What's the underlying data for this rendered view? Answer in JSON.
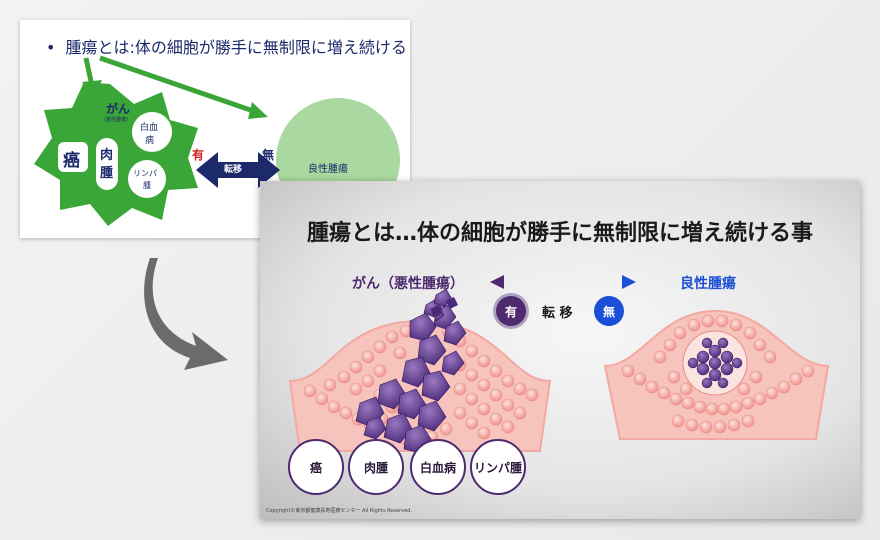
{
  "before_slide": {
    "bullet_symbol": "•",
    "bullet_text": "腫瘍とは:体の細胞が勝手に無制限に増え続ける",
    "cancer_label": "がん",
    "cancer_sub_label": "(悪性腫瘍)",
    "type_carcinoma": "癌",
    "type_sarcoma_line1": "肉",
    "type_sarcoma_line2": "腫",
    "type_leukemia_line1": "白血",
    "type_leukemia_line2": "病",
    "type_lymphoma_line1": "リンパ",
    "type_lymphoma_line2": "腫",
    "has_label": "有",
    "metastasis_label": "転移",
    "none_label": "無",
    "benign_label": "良性腫瘍",
    "colors": {
      "green": "#3aa637",
      "navy": "#1c2a6b",
      "light_green": "#a9d8a0",
      "red": "#d42020"
    }
  },
  "after_slide": {
    "title": "腫瘍とは…体の細胞が勝手に無制限に増え続ける事",
    "cancer_label": "がん（悪性腫瘍）",
    "benign_label": "良性腫瘍",
    "has_badge": "有",
    "metastasis_label": "転 移",
    "none_badge": "無",
    "types": [
      "癌",
      "肉腫",
      "白血病",
      "リンパ腫"
    ],
    "copyright": "Copyright©東京都健康長寿医療センター All Rights Reserved.",
    "colors": {
      "purple": "#4e2a6e",
      "blue": "#1a4fd6",
      "cell_pink": "#f4a7a0",
      "cell_purple": "#5b3a8a"
    }
  },
  "transition_arrow_icon": "curved-arrow-icon"
}
